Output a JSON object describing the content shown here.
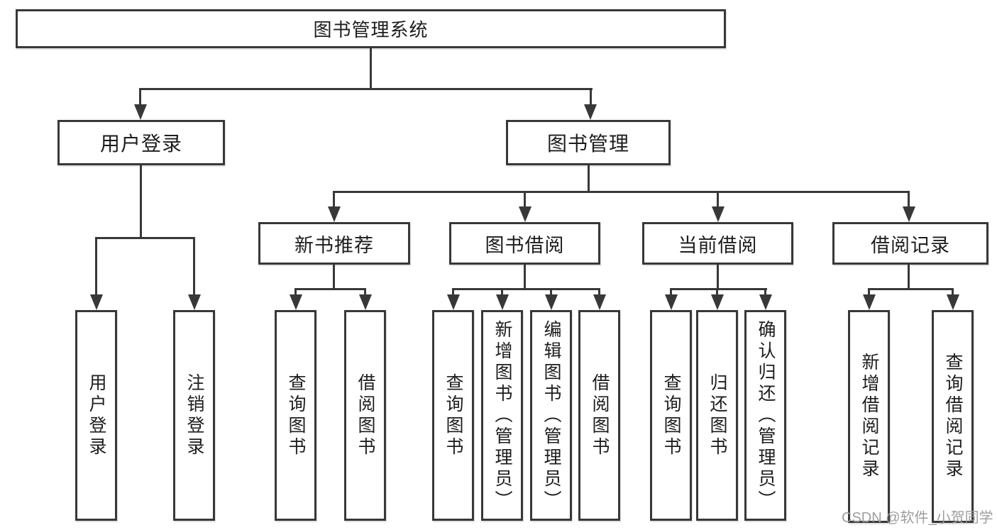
{
  "diagram": {
    "root": {
      "label": "图书管理系统"
    },
    "level2": {
      "login": {
        "label": "用户登录"
      },
      "manage": {
        "label": "图书管理"
      }
    },
    "level3": [
      {
        "label": "新书推荐"
      },
      {
        "label": "图书借阅"
      },
      {
        "label": "当前借阅"
      },
      {
        "label": "借阅记录"
      }
    ],
    "leaves": {
      "login": [
        "用户登录",
        "注销登录"
      ],
      "recommend": [
        "查询图书",
        "借阅图书"
      ],
      "borrow": [
        "查询图书",
        "新增图书（管理员）",
        "编辑图书（管理员）",
        "借阅图书"
      ],
      "current": [
        "查询图书",
        "归还图书",
        "确认归还（管理员）"
      ],
      "records": [
        "新增借阅记录",
        "查询借阅记录"
      ]
    }
  },
  "watermark": {
    "text": "CSDN @软件_小贺同学"
  },
  "colors": {
    "line": "#38383a",
    "text": "#1d1d1f",
    "watermark": "#9d9d9d"
  }
}
